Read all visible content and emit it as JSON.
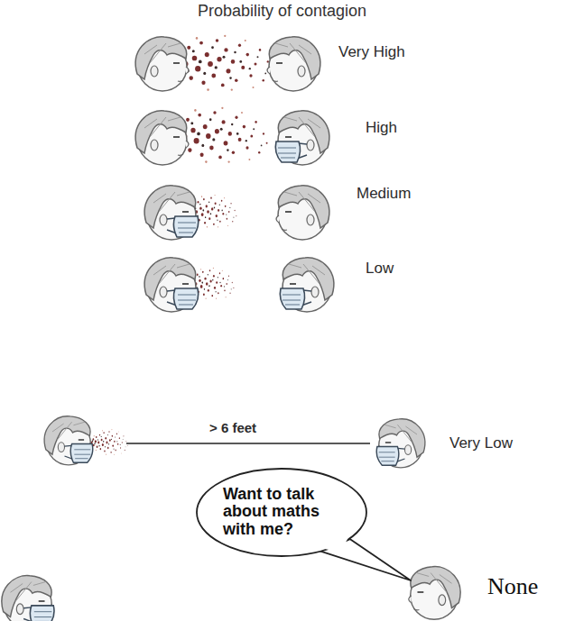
{
  "diagram": {
    "title": "Probability of contagion",
    "nodes": [
      {
        "text": [
          "Want to talk about maths with me?"
        ]
      }
    ],
    "labels": [
      "Very High",
      "High",
      "Medium",
      "Low",
      "> 6 feet",
      "Very Low",
      "None"
    ]
  }
}
